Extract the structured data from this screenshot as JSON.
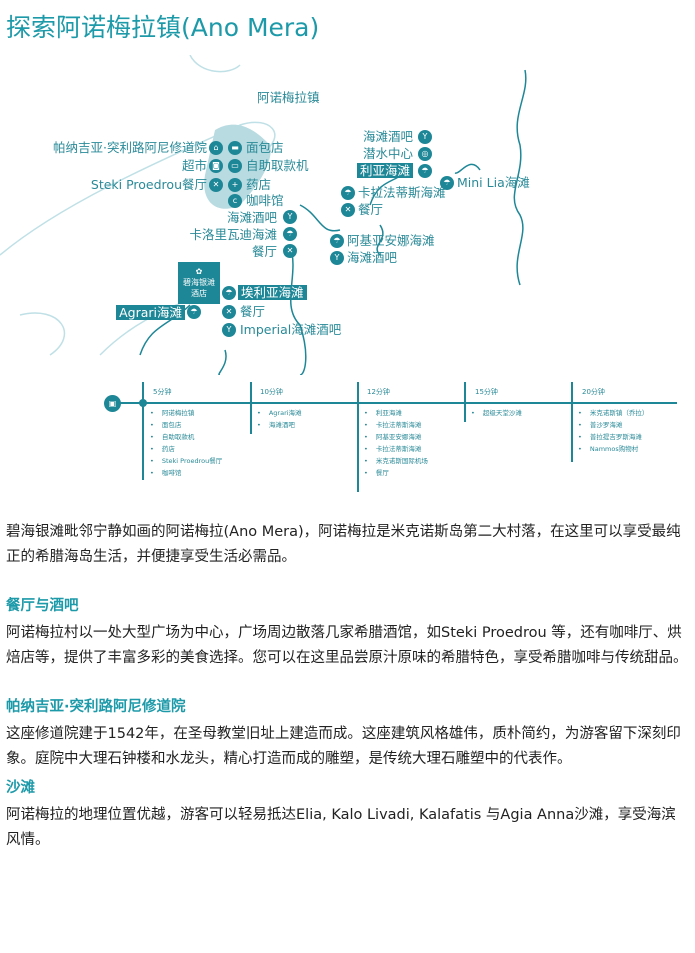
{
  "title": "探索阿诺梅拉镇(Ano Mera)",
  "map": {
    "town": "阿诺梅拉镇",
    "left_labels": [
      "帕纳吉亚·突利路阿尼修道院",
      "超市",
      "Steki Proedrou餐厅"
    ],
    "center_labels": [
      "面包店",
      "自助取款机",
      "药店",
      "咖啡馆"
    ],
    "kalo": [
      "海滩酒吧",
      "卡洛里瓦迪海滩",
      "餐厅"
    ],
    "logo": [
      "碧海银滩",
      "酒店"
    ],
    "elia": "埃利亚海滩",
    "agrari": "Agrari海滩",
    "elia_extra": [
      "餐厅",
      "Imperial海滩酒吧"
    ],
    "lia": [
      "海滩酒吧",
      "潜水中心",
      "利亚海滩"
    ],
    "mini_lia": "Mini Lia海滩",
    "kalafatis": [
      "卡拉法蒂斯海滩",
      "餐厅"
    ],
    "agia_anna": [
      "阿基亚安娜海滩",
      "海滩酒吧"
    ]
  },
  "timeline": [
    {
      "time": "5分钟",
      "items": [
        "阿诺梅拉镇",
        "面包店",
        "自助取款机",
        "药店",
        "Steki Proedrou餐厅",
        "咖啡馆"
      ]
    },
    {
      "time": "10分钟",
      "items": [
        "Agrari海滩",
        "海滩酒吧"
      ]
    },
    {
      "time": "12分钟",
      "items": [
        "利亚海滩",
        "卡拉法蒂斯海滩",
        "阿基亚安娜海滩",
        "卡拉法蒂斯海滩",
        "米克诺斯国际机场",
        "餐厅"
      ]
    },
    {
      "time": "15分钟",
      "items": [
        "超级天堂沙滩"
      ]
    },
    {
      "time": "20分钟",
      "items": [
        "米克诺斯镇（乔拉）",
        "普沙罗海滩",
        "普拉提吉罗斯海滩",
        "Nammos购物村"
      ]
    }
  ],
  "intro": "碧海银滩毗邻宁静如画的阿诺梅拉(Ano Mera)，阿诺梅拉是米克诺斯岛第二大村落，在这里可以享受最纯正的希腊海岛生活，并便捷享受生活必需品。",
  "sections": [
    {
      "heading": "餐厅与酒吧",
      "text": "阿诺梅拉村以一处大型广场为中心，广场周边散落几家希腊酒馆，如Steki Proedrou 等，还有咖啡厅、烘焙店等，提供了丰富多彩的美食选择。您可以在这里品尝原汁原味的希腊特色，享受希腊咖啡与传统甜品。"
    },
    {
      "heading": "帕纳吉亚·突利路阿尼修道院",
      "text": "这座修道院建于1542年，在圣母教堂旧址上建造而成。这座建筑风格雄伟，质朴简约，为游客留下深刻印象。庭院中大理石钟楼和水龙头，精心打造而成的雕塑，是传统大理石雕塑中的代表作。"
    },
    {
      "heading": "沙滩",
      "text": "阿诺梅拉的地理位置优越，游客可以轻易抵达Elia, Kalo Livadi, Kalafatis 与Agia Anna沙滩，享受海滨风情。"
    }
  ]
}
